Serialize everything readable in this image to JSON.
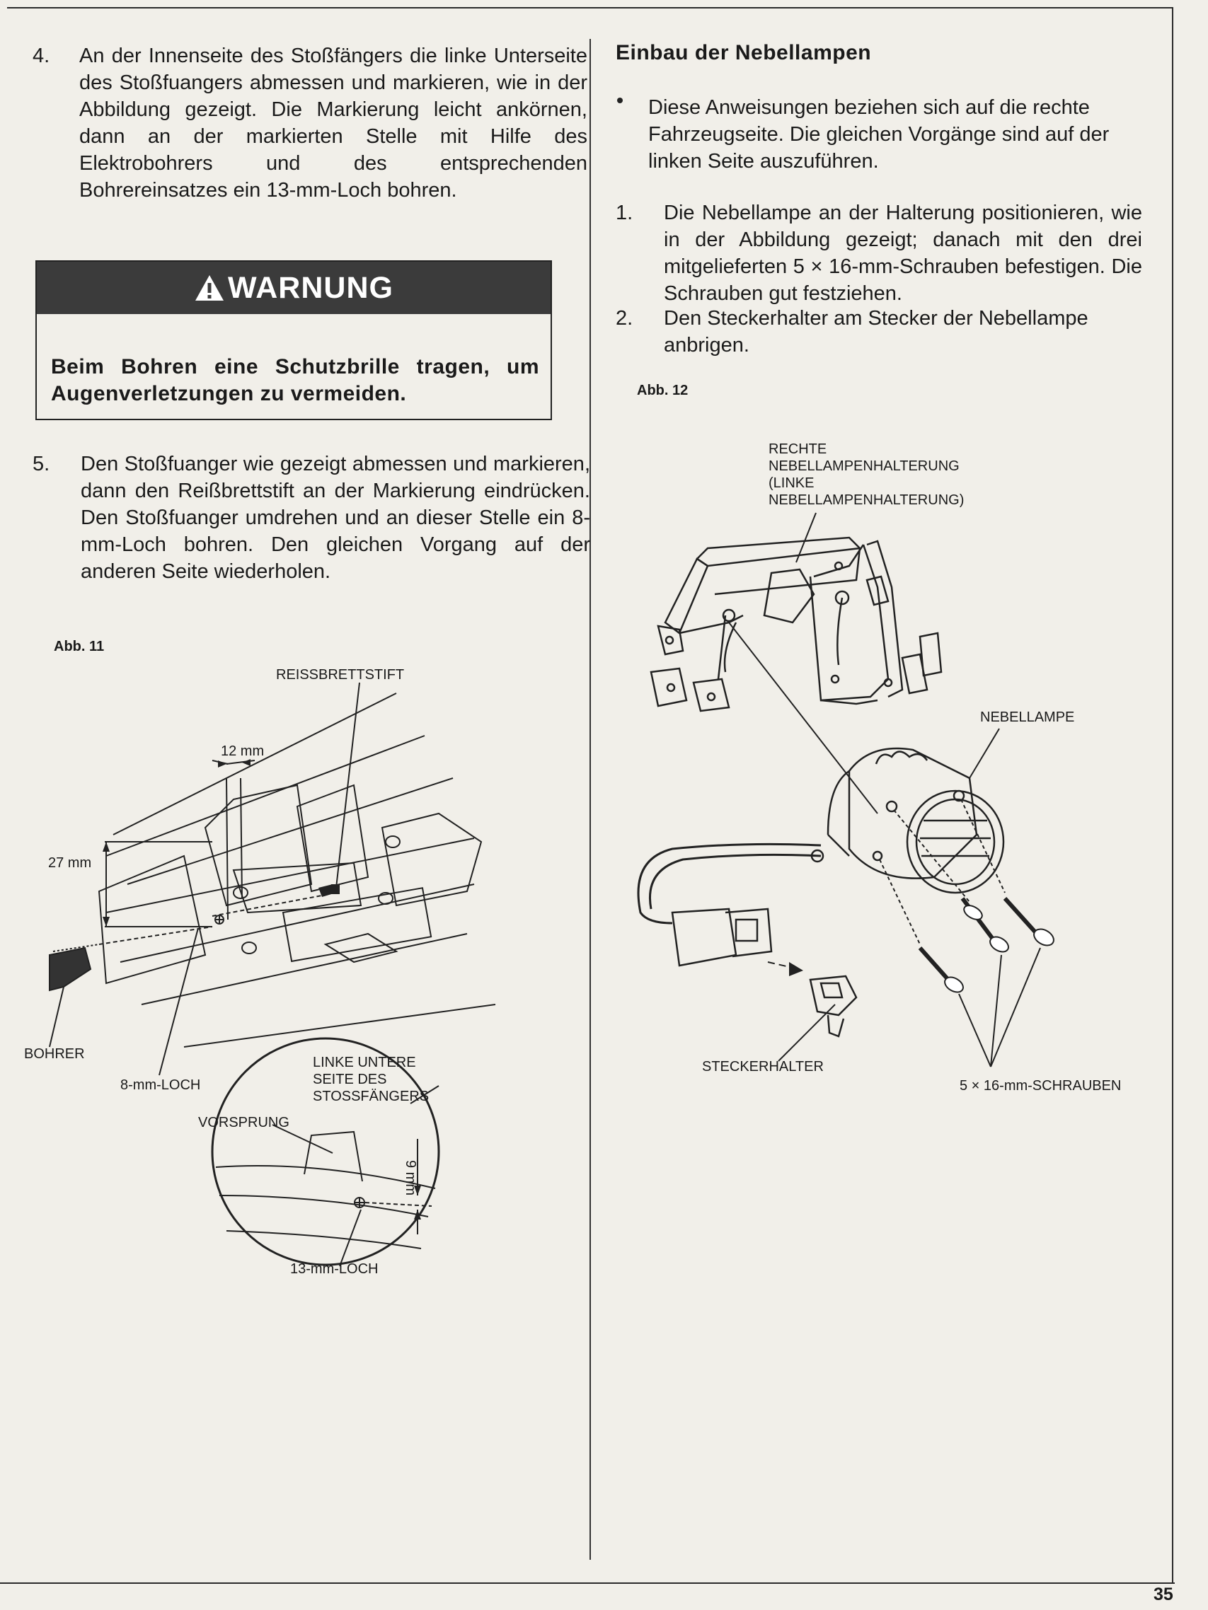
{
  "page_number": "35",
  "left": {
    "step4": {
      "num": "4.",
      "text": "An der Innenseite des Stoßfängers die linke Unterseite des Stoßfuangers abmessen und markieren, wie in der Abbildung gezeigt. Die Markierung leicht ankörnen, dann an der markierten Stelle mit Hilfe des Elektrobohrers und des entsprechenden Bohrereinsatzes ein 13-mm-Loch bohren."
    },
    "warning": {
      "title": "WARNUNG",
      "text": "Beim Bohren eine Schutzbrille tragen, um Augenverletzungen zu vermeiden."
    },
    "step5": {
      "num": "5.",
      "text": "Den Stoßfuanger wie gezeigt abmessen und markieren, dann den Reißbrettstift an der Markierung eindrücken. Den Stoßfuanger umdrehen und an dieser Stelle ein 8-mm-Loch bohren. Den gleichen Vorgang auf der anderen Seite wiederholen."
    },
    "figure": {
      "label": "Abb. 11",
      "callouts": {
        "pin": "REISSBRETTSTIFT",
        "dim12": "12 mm",
        "dim27": "27 mm",
        "drill": "BOHRER",
        "hole8": "8-mm-LOCH",
        "lower_side": [
          "LINKE UNTERE",
          "SEITE DES",
          "STOSSFÄNGERS"
        ],
        "tab": "VORSPRUNG",
        "dim9": "9 mm",
        "hole13": "13-mm-LOCH"
      }
    }
  },
  "right": {
    "section_title": "Einbau der Nebellampen",
    "bullet": "Diese Anweisungen beziehen sich auf die rechte Fahrzeugseite. Die gleichen Vorgänge sind auf der linken Seite auszuführen.",
    "step1": {
      "num": "1.",
      "text": "Die Nebellampe an der Halterung positionieren, wie in der Abbildung gezeigt; danach mit den drei mitgelieferten 5 × 16-mm-Schrauben befestigen. Die Schrauben gut festziehen."
    },
    "step2": {
      "num": "2.",
      "text": "Den Steckerhalter am Stecker der Nebellampe anbrigen."
    },
    "figure": {
      "label": "Abb. 12",
      "callouts": {
        "bracket": [
          "RECHTE",
          "NEBELLAMPENHALTERUNG",
          "(LINKE",
          "NEBELLAMPENHALTERUNG)"
        ],
        "lamp": "NEBELLAMPE",
        "holder": "STECKERHALTER",
        "bolts": "5 × 16-mm-SCHRAUBEN"
      }
    }
  }
}
